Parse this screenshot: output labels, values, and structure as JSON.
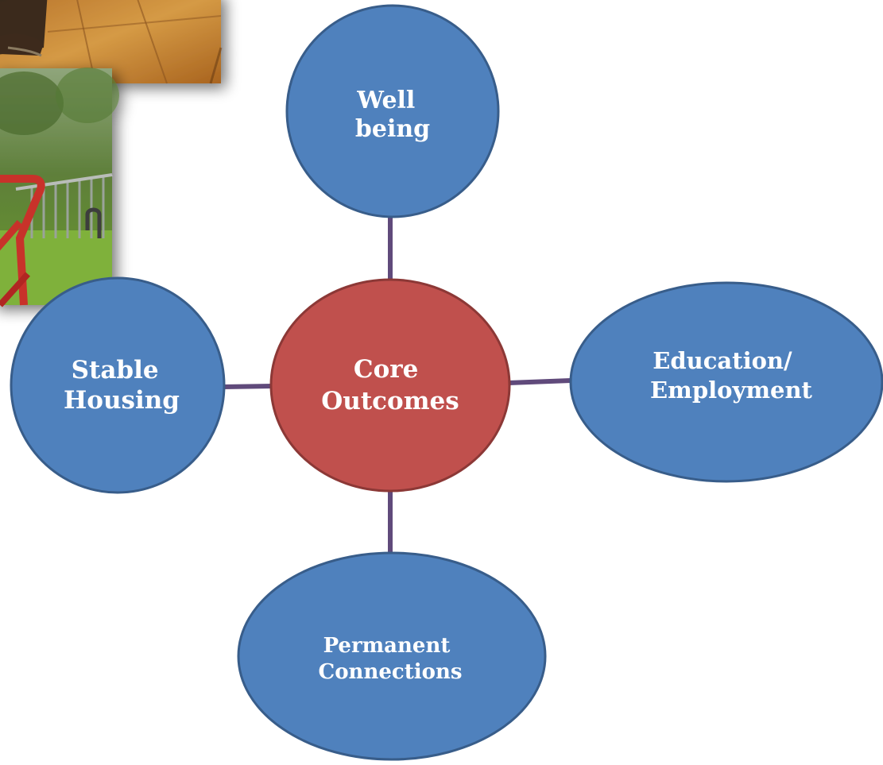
{
  "diagram": {
    "center": {
      "lines": [
        "Core",
        "Outcomes"
      ],
      "fill": "#c0504d",
      "stroke": "#8c3836"
    },
    "nodes": [
      {
        "id": "well-being",
        "lines": [
          "Well",
          "being"
        ],
        "fill": "#4f81bd",
        "stroke": "#385d8a"
      },
      {
        "id": "education-employment",
        "lines": [
          "Education/",
          "Employment"
        ],
        "fill": "#4f81bd",
        "stroke": "#385d8a"
      },
      {
        "id": "permanent-connections",
        "lines": [
          "Permanent",
          "Connections"
        ],
        "fill": "#4f81bd",
        "stroke": "#385d8a"
      },
      {
        "id": "stable-housing",
        "lines": [
          "Stable",
          "Housing"
        ],
        "fill": "#4f81bd",
        "stroke": "#385d8a"
      }
    ],
    "connector_color": "#604a7b",
    "photos": [
      {
        "description": "shoes-on-pavement-photo"
      },
      {
        "description": "playground-railing-photo"
      }
    ]
  }
}
